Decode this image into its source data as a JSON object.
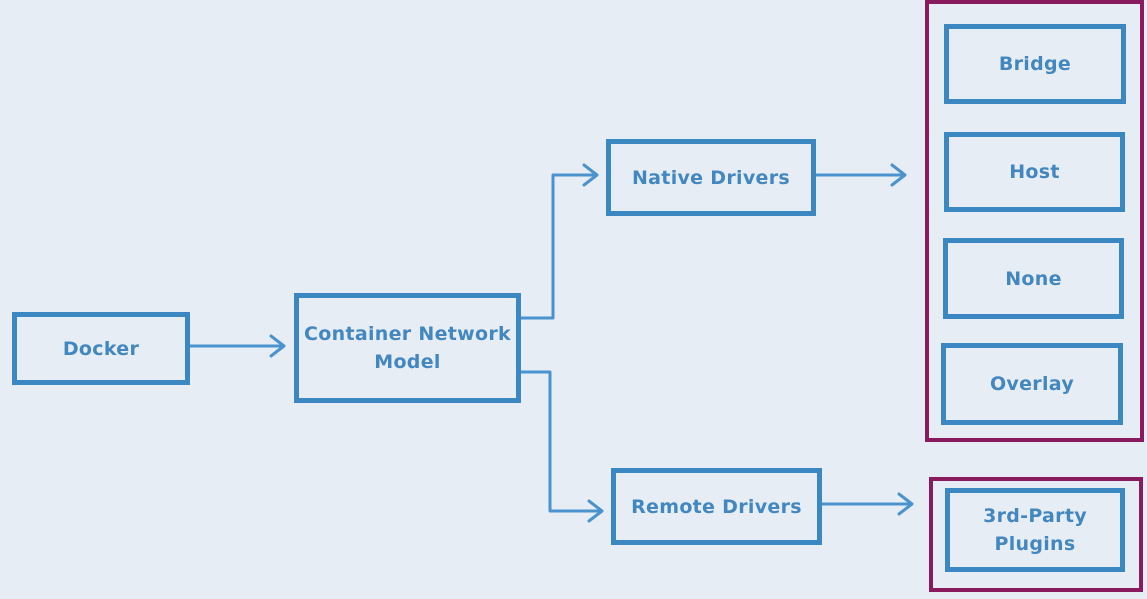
{
  "diagram": {
    "nodes": {
      "docker": "Docker",
      "cnm": "Container Network\nModel",
      "native_drivers": "Native Drivers",
      "remote_drivers": "Remote Drivers",
      "bridge": "Bridge",
      "host": "Host",
      "none": "None",
      "overlay": "Overlay",
      "third_party_plugins": "3rd-Party\nPlugins"
    },
    "groups": {
      "native_driver_types": [
        "Bridge",
        "Host",
        "None",
        "Overlay"
      ],
      "remote_driver_types": [
        "3rd-Party Plugins"
      ]
    },
    "edges": [
      [
        "Docker",
        "Container Network Model"
      ],
      [
        "Container Network Model",
        "Native Drivers"
      ],
      [
        "Container Network Model",
        "Remote Drivers"
      ],
      [
        "Native Drivers",
        "Bridge / Host / None / Overlay"
      ],
      [
        "Remote Drivers",
        "3rd-Party Plugins"
      ]
    ],
    "colors": {
      "background": "#e7edf5",
      "node_border": "#3a87c2",
      "node_text": "#4387c0",
      "arrow": "#4a93cf",
      "group_border": "#8a1a5e"
    }
  }
}
